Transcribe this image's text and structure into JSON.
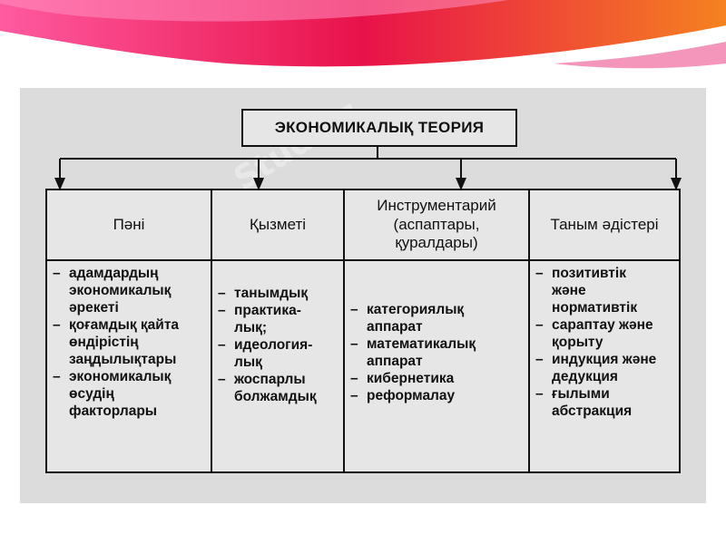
{
  "diagram": {
    "title": "ЭКОНОМИКАЛЫҚ ТЕОРИЯ",
    "columns": [
      {
        "header": "Пәні",
        "items": [
          "адамдардың\nэкономикалық\nәрекеті",
          "қоғамдық қайта\nөндірістің\nзаңдылықтары",
          "экономикалық\nөсудің\nфакторлары"
        ]
      },
      {
        "header": "Қызметі",
        "items": [
          "танымдық",
          "практика-\nлық;",
          "идеология-\nлық",
          "жоспарлы\nболжамдық"
        ]
      },
      {
        "header": "Инструментарий\n(аспаптары,\nқуралдары)",
        "items": [
          "категориялық\nаппарат",
          "математикалық\nаппарат",
          "кибернетика",
          "реформалау"
        ]
      },
      {
        "header": "Таным әдістері",
        "items": [
          "позитивтік\nжәне\nнормативтік",
          "сараптау және\nқорыту",
          "индукция және\nдедукция",
          "ғылыми\nабстракция"
        ]
      }
    ]
  },
  "watermark": {
    "text": "Stud.kz"
  },
  "colors": {
    "accent_red": "#e8124a",
    "accent_pink": "#ff3f8a",
    "accent_orange": "#f58220",
    "ink": "#111111"
  }
}
